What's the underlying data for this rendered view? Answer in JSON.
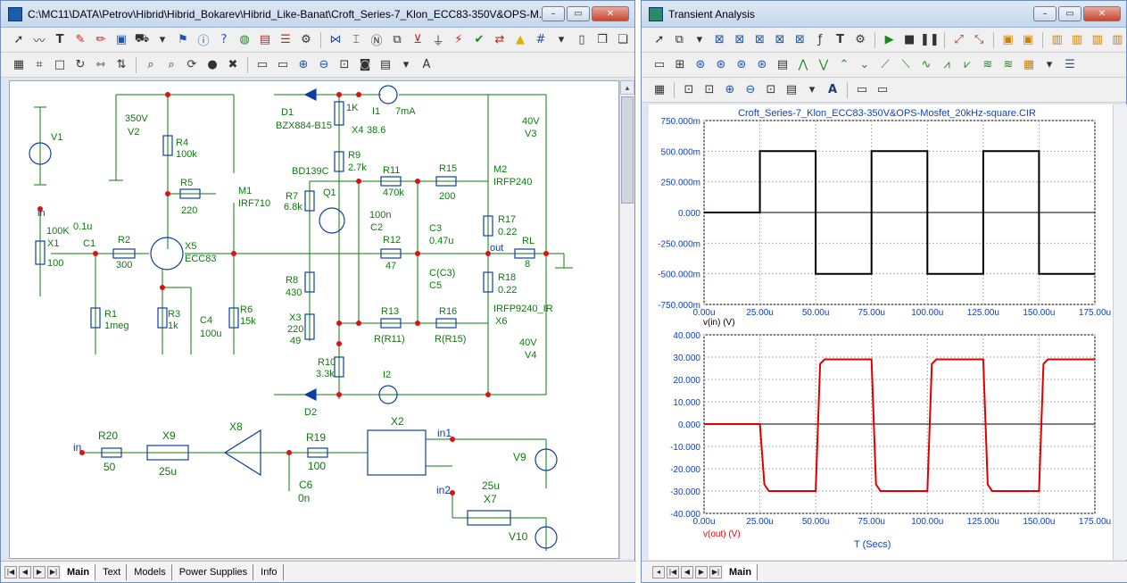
{
  "left_window": {
    "title": "C:\\MC11\\DATA\\Petrov\\Hibrid\\Hibrid_Bokarev\\Hibrid_Like-Banat\\Croft_Series-7_Klon_ECC83-350V&OPS-M...",
    "tabs": [
      "Main",
      "Text",
      "Models",
      "Power Supplies",
      "Info"
    ]
  },
  "right_window": {
    "title": "Transient Analysis",
    "tabs": [
      "Main"
    ]
  },
  "window_buttons": {
    "minimize": "–",
    "restore": "▭",
    "close": "✕"
  },
  "schematic": {
    "labels": {
      "V1": "V1",
      "V2": "V2",
      "V2val": "350V",
      "R4": "R4",
      "R4val": "100k",
      "R5": "R5",
      "R5val": "220",
      "M1": "M1",
      "M1val": "IRF710",
      "in": "in",
      "X1": "X1",
      "X1a": "100K",
      "X1b": "100",
      "C1": "C1",
      "C1val": "0.1u",
      "R2": "R2",
      "R2val": "300",
      "X5": "X5",
      "X5val": "ECC83",
      "R1": "R1",
      "R1val": "1meg",
      "R3": "R3",
      "R3val": "1k",
      "C4": "C4",
      "C4val": "100u",
      "R6": "R6",
      "R6val": "15k",
      "D1": "D1",
      "D1val": "BZX884-B15",
      "X4a": "1K",
      "X4": "X4",
      "X4b": "38.6",
      "I1": "I1",
      "I1val": "7mA",
      "R9": "R9",
      "R9val": "2.7k",
      "BD139C": "BD139C",
      "Q1": "Q1",
      "R7": "R7",
      "R7val": "6.8k",
      "R11": "R11",
      "R11val": "470k",
      "R15": "R15",
      "R15val": "200",
      "M2": "M2",
      "M2val": "IRFP240",
      "C2val": "100n",
      "C2": "C2",
      "C3": "C3",
      "C3val": "0.47u",
      "R12": "R12",
      "R12val": "47",
      "C5a": "C(C3)",
      "C5": "C5",
      "R17": "R17",
      "R17val": "0.22",
      "RL": "RL",
      "RLval": "8",
      "out": "out",
      "R18": "R18",
      "R18val": "0.22",
      "V3": "V3",
      "V3val": "40V",
      "R8": "R8",
      "R8val": "430",
      "X3": "X3",
      "X3a": "220",
      "X3b": "49",
      "R13": "R13",
      "R13val": "R(R11)",
      "R16": "R16",
      "R16val": "R(R15)",
      "X6a": "IRFP9240_IR",
      "X6": "X6",
      "V4": "V4",
      "V4val": "40V",
      "R10": "R10",
      "R10val": "3.3k",
      "I2": "I2",
      "D2": "D2",
      "R20": "R20",
      "R20val": "50",
      "in2": "in",
      "X9": "X9",
      "X9val": "25u",
      "X8": "X8",
      "R19": "R19",
      "R19val": "100",
      "C6": "C6",
      "C6val": "0n",
      "X2": "X2",
      "in1": "in1",
      "in2b": "in2",
      "V9": "V9",
      "X7": "X7",
      "X7val": "25u",
      "V10": "V10"
    }
  },
  "transient": {
    "plot_title": "Croft_Series-7_Klon_ECC83-350V&OPS-Mosfet_20kHz-square.CIR",
    "x_label": "T (Secs)",
    "x_ticks": [
      "0.00u",
      "25.00u",
      "50.00u",
      "75.00u",
      "100.00u",
      "125.00u",
      "150.00u",
      "175.00u"
    ],
    "top": {
      "y_ticks": [
        "750.000m",
        "500.000m",
        "250.000m",
        "0.000",
        "-250.000m",
        "-500.000m",
        "-750.000m"
      ],
      "trace_label": "v(in) (V)",
      "color": "#000000"
    },
    "bottom": {
      "y_ticks": [
        "40.000",
        "30.000",
        "20.000",
        "10.000",
        "0.000",
        "-10.000",
        "-20.000",
        "-30.000",
        "-40.000"
      ],
      "trace_label": "v(out) (V)",
      "color": "#e00000"
    }
  },
  "chart_data": [
    {
      "type": "line",
      "title": "Croft_Series-7_Klon_ECC83-350V&OPS-Mosfet_20kHz-square.CIR",
      "xlabel": "",
      "ylabel": "v(in) (V)",
      "xlim": [
        0,
        175
      ],
      "ylim": [
        -0.75,
        0.75
      ],
      "x_unit": "u",
      "series": [
        {
          "name": "v(in) (V)",
          "x": [
            0,
            25,
            25,
            50,
            50,
            75,
            75,
            100,
            100,
            125,
            125,
            150,
            150,
            175
          ],
          "values": [
            0,
            0,
            0.5,
            0.5,
            -0.5,
            -0.5,
            0.5,
            0.5,
            -0.5,
            -0.5,
            0.5,
            0.5,
            -0.5,
            -0.5
          ]
        }
      ],
      "grid": true
    },
    {
      "type": "line",
      "title": "",
      "xlabel": "T (Secs)",
      "ylabel": "v(out) (V)",
      "xlim": [
        0,
        175
      ],
      "ylim": [
        -40,
        40
      ],
      "x_unit": "u",
      "series": [
        {
          "name": "v(out) (V)",
          "x": [
            0,
            25,
            27,
            29,
            50,
            52,
            54,
            75,
            77,
            79,
            100,
            102,
            104,
            125,
            127,
            129,
            150,
            152,
            154,
            175
          ],
          "values": [
            0,
            0,
            -27,
            -30,
            -30,
            27,
            29,
            29,
            -27,
            -30,
            -30,
            27,
            29,
            29,
            -27,
            -30,
            -30,
            27,
            29,
            29
          ]
        }
      ],
      "grid": true
    }
  ]
}
